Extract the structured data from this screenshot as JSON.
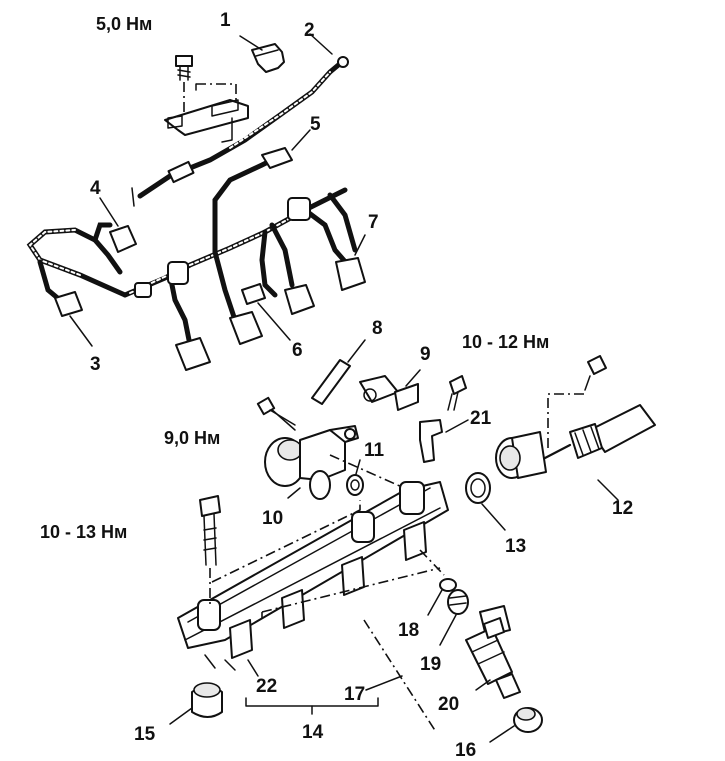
{
  "callouts": {
    "c1": "1",
    "c2": "2",
    "c3": "3",
    "c4": "4",
    "c5": "5",
    "c6": "6",
    "c7": "7",
    "c8": "8",
    "c9": "9",
    "c10": "10",
    "c11": "11",
    "c12": "12",
    "c13": "13",
    "c14": "14",
    "c15": "15",
    "c16": "16",
    "c17": "17",
    "c18": "18",
    "c19": "19",
    "c20": "20",
    "c21": "21",
    "c22": "22"
  },
  "torques": {
    "t1": "5,0 Нм",
    "t2": "10 - 12  Нм",
    "t3": "9,0 Нм",
    "t4": "10 - 13  Нм"
  }
}
